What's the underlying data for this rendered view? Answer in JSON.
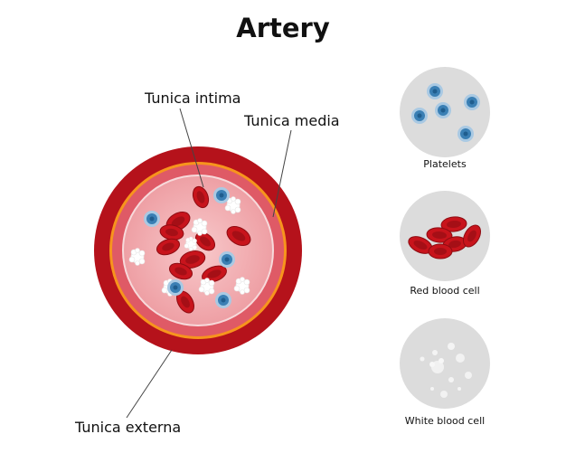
{
  "title": "Artery",
  "labels": {
    "tunica_intima": "Tunica intima",
    "tunica_media": "Tunica media",
    "tunica_externa": "Tunica externa"
  },
  "legend": {
    "platelets": "Platelets",
    "red_blood_cell": "Red blood cell",
    "white_blood_cell": "White blood cell"
  },
  "colors": {
    "externa": "#b5121b",
    "orange_band": "#f7941d",
    "media": "#df5a66",
    "lumen": "#f3b6b9",
    "rbc": "#c8141c",
    "rbc_center": "#a50f16",
    "platelet": "#3a7fb4",
    "legend_circle": "#dcdcdc"
  }
}
